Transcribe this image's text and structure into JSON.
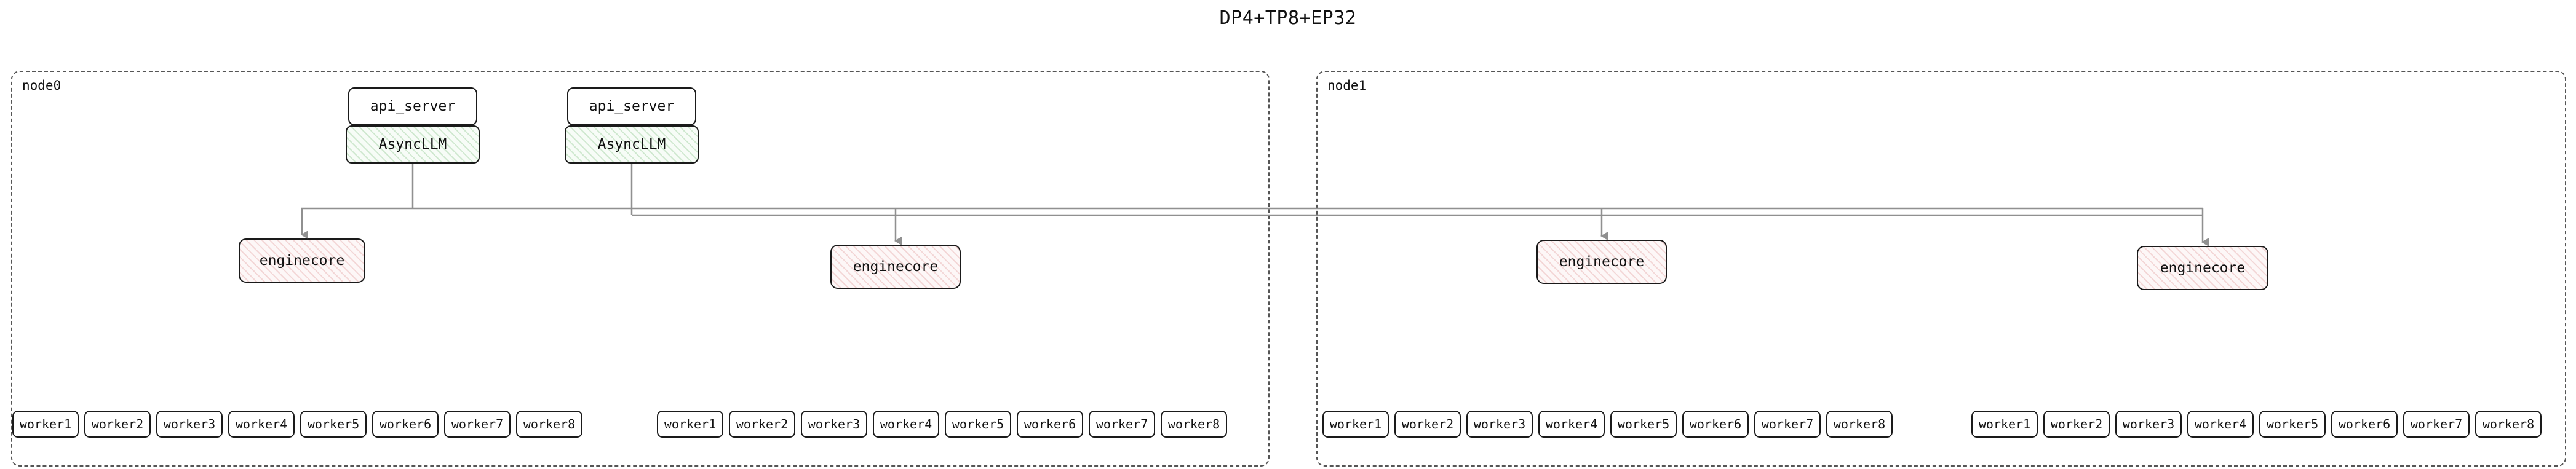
{
  "title": "DP4+TP8+EP32",
  "colors": {
    "edge": "#909090",
    "border": "#1a1a1a",
    "asyncllm-stripe": "#cfe8cf",
    "enginecore-stripe": "#f3d6d6"
  },
  "node0": {
    "label": "node0",
    "api_server1": "api_server",
    "asyncllm1": "AsyncLLM",
    "api_server2": "api_server",
    "asyncllm2": "AsyncLLM",
    "enginecore1": "enginecore",
    "enginecore2": "enginecore",
    "workers_a": [
      "worker1",
      "worker2",
      "worker3",
      "worker4",
      "worker5",
      "worker6",
      "worker7",
      "worker8"
    ],
    "workers_b": [
      "worker1",
      "worker2",
      "worker3",
      "worker4",
      "worker5",
      "worker6",
      "worker7",
      "worker8"
    ]
  },
  "node1": {
    "label": "node1",
    "enginecore1": "enginecore",
    "enginecore2": "enginecore",
    "workers_a": [
      "worker1",
      "worker2",
      "worker3",
      "worker4",
      "worker5",
      "worker6",
      "worker7",
      "worker8"
    ],
    "workers_b": [
      "worker1",
      "worker2",
      "worker3",
      "worker4",
      "worker5",
      "worker6",
      "worker7",
      "worker8"
    ]
  }
}
